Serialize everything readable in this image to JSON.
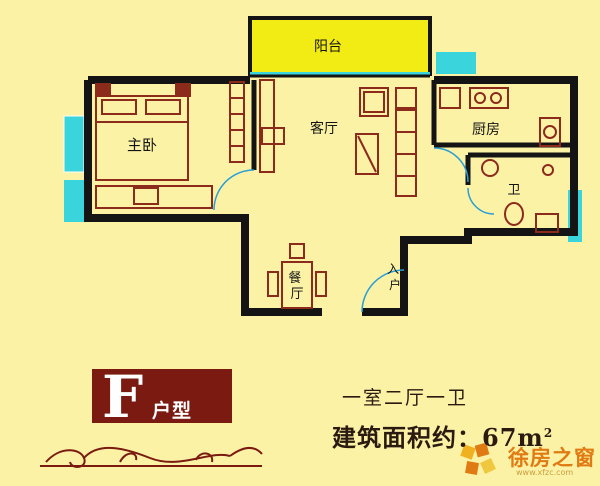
{
  "rooms": {
    "balcony": "阳台",
    "master_bedroom": "主卧",
    "living_room": "客厅",
    "kitchen": "厨房",
    "bathroom": "卫",
    "dining_room": "餐厅",
    "entrance": "入户"
  },
  "badge": {
    "letter": "F",
    "label": "户型"
  },
  "summary": {
    "layout_type": "一室二厅一卫",
    "area_label": "建筑面积约：",
    "area_value": "67",
    "area_unit": "m",
    "area_unit_sup": "2"
  },
  "watermark": {
    "brand": "徐房之窗",
    "url": "www.xfzc.com"
  },
  "colors": {
    "background": "#fbf2a6",
    "wall": "#141414",
    "furniture": "#8c2a1c",
    "balcony": "#f2ec14",
    "window_cyan": "#39d4dc",
    "badge": "#7a1a10",
    "door_arc": "#2a9fd6",
    "watermark": "#e07a12"
  }
}
